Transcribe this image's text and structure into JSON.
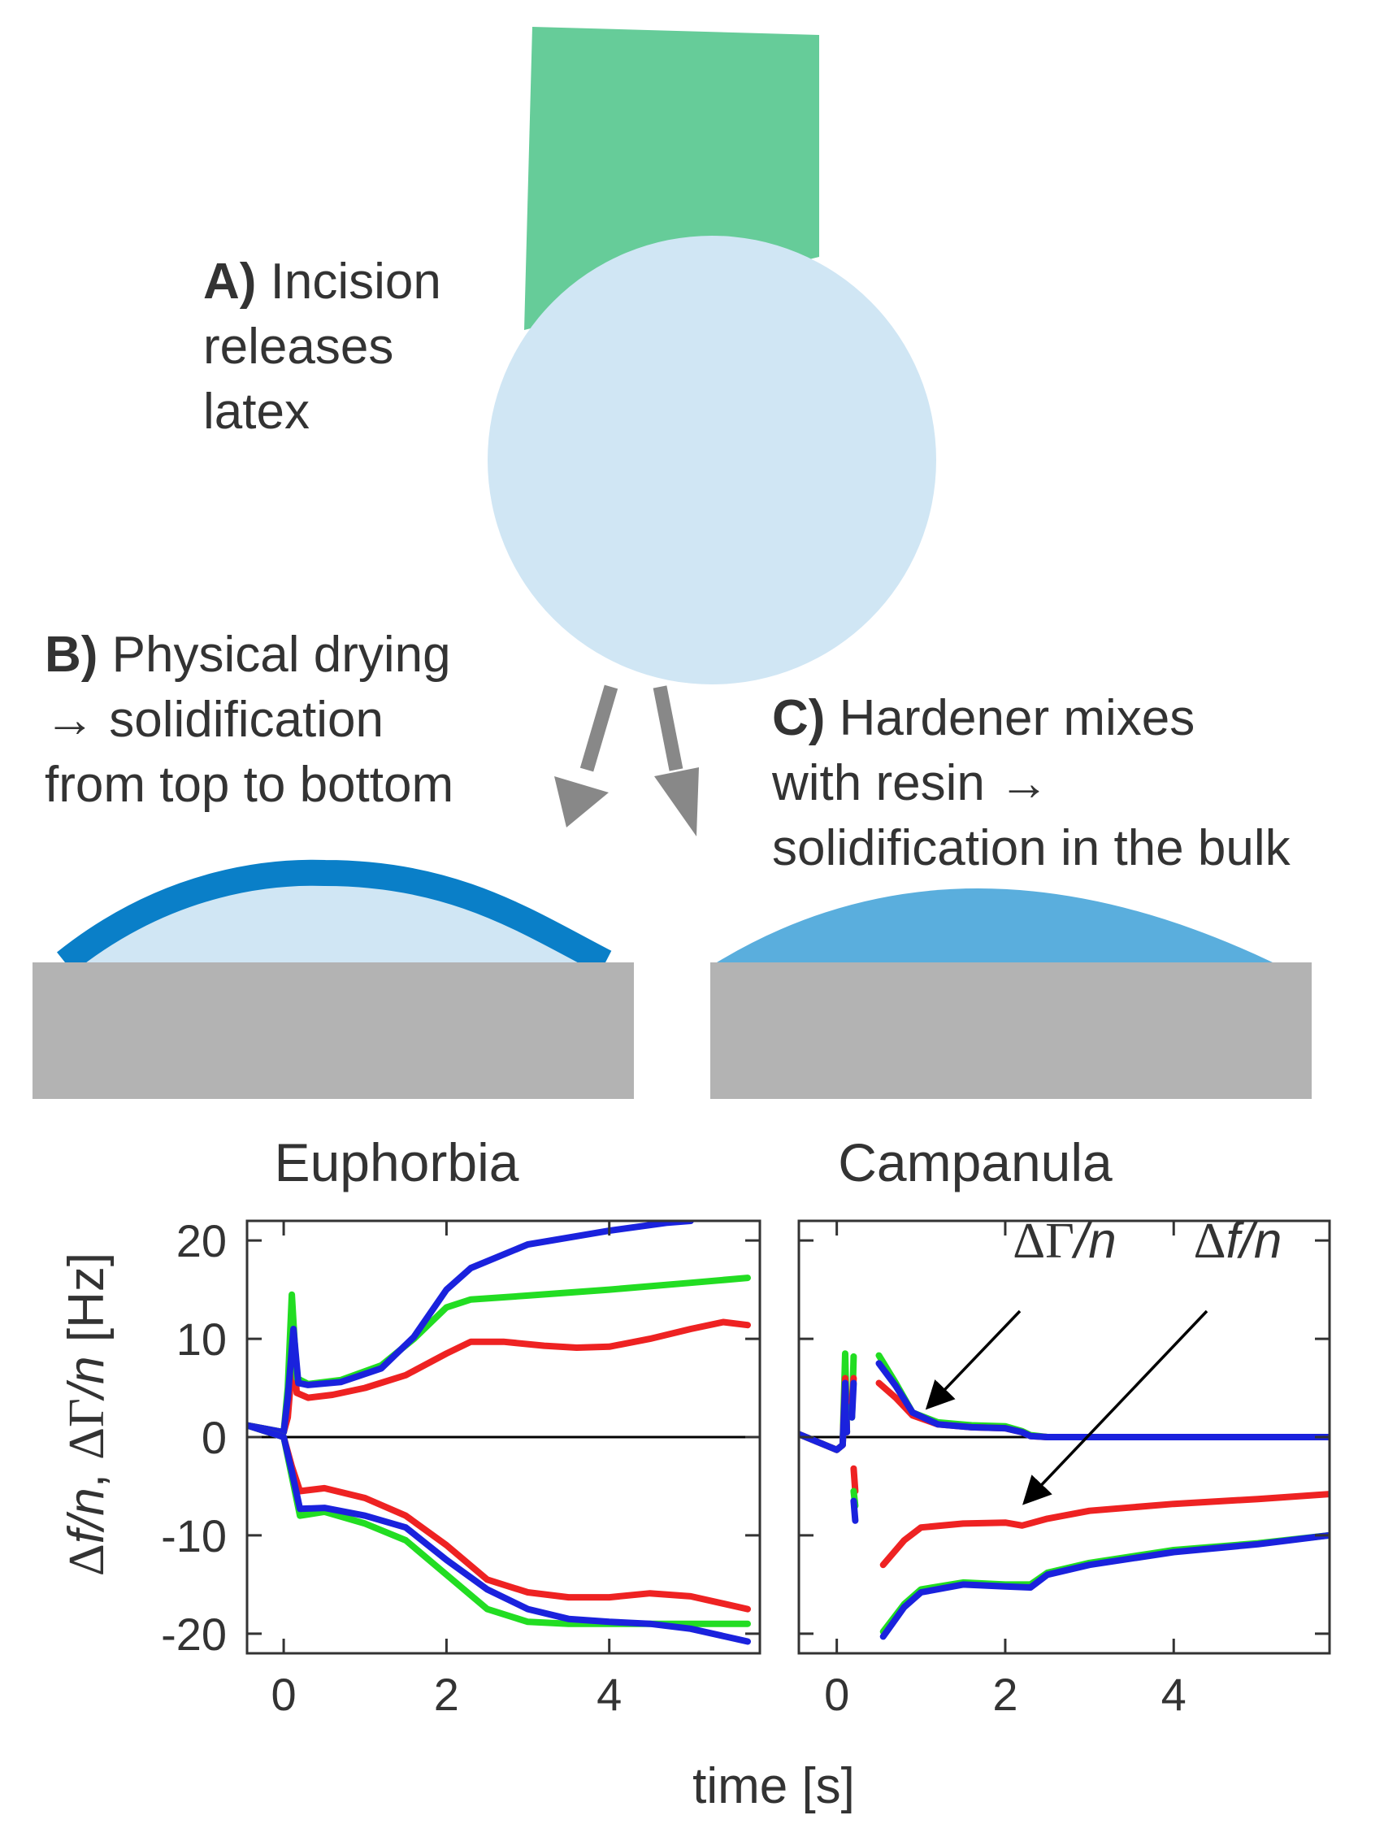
{
  "colors": {
    "blade": "#66cc99",
    "droplet": "#d0e6f4",
    "dried_skin": "#0a7fc8",
    "hardened_bulk": "#5aaedd",
    "substrate": "#b3b3b3",
    "arrow": "#888888",
    "text": "#333333",
    "red": "#ee2222",
    "green": "#22dd22",
    "blue": "#1a22dd"
  },
  "diagram": {
    "panel_a": {
      "letter": "A)",
      "lines": [
        "Incision",
        "releases",
        "latex"
      ]
    },
    "panel_b": {
      "letter": "B)",
      "lines": [
        "Physical drying",
        "→ solidification",
        "from top to bottom"
      ]
    },
    "panel_c": {
      "letter": "C)",
      "lines": [
        "Hardener mixes",
        "with resin →",
        "solidification in the bulk"
      ]
    }
  },
  "chart_data": [
    {
      "type": "line",
      "title": "Euphorbia",
      "xlim": [
        -0.45,
        5.85
      ],
      "ylim": [
        -22.0,
        22.0
      ],
      "x_ticks": [
        0,
        2,
        4
      ],
      "y_ticks": [
        20,
        10,
        0,
        -10,
        -20
      ],
      "zero_line": true,
      "series": [
        {
          "color": "red",
          "points": [
            [
              -0.45,
              1.2
            ],
            [
              0,
              0.5
            ],
            [
              0.05,
              2
            ],
            [
              0.12,
              9
            ],
            [
              0.16,
              4.5
            ],
            [
              0.3,
              4.0
            ],
            [
              0.6,
              4.3
            ],
            [
              1.0,
              5.0
            ],
            [
              1.5,
              6.3
            ],
            [
              2.0,
              8.5
            ],
            [
              2.3,
              9.7
            ],
            [
              2.7,
              9.7
            ],
            [
              3.2,
              9.3
            ],
            [
              3.6,
              9.1
            ],
            [
              4.0,
              9.2
            ],
            [
              4.5,
              10.0
            ],
            [
              5.0,
              11.0
            ],
            [
              5.4,
              11.7
            ],
            [
              5.7,
              11.4
            ]
          ]
        },
        {
          "color": "green",
          "points": [
            [
              -0.45,
              1.2
            ],
            [
              0,
              0.5
            ],
            [
              0.05,
              5
            ],
            [
              0.1,
              14.5
            ],
            [
              0.16,
              6
            ],
            [
              0.3,
              5.4
            ],
            [
              0.7,
              5.8
            ],
            [
              1.2,
              7.3
            ],
            [
              1.6,
              10
            ],
            [
              2.0,
              13.2
            ],
            [
              2.3,
              14.0
            ],
            [
              3.0,
              14.4
            ],
            [
              4.0,
              15.0
            ],
            [
              5.0,
              15.7
            ],
            [
              5.7,
              16.2
            ]
          ]
        },
        {
          "color": "blue",
          "points": [
            [
              -0.45,
              1.2
            ],
            [
              0,
              0.5
            ],
            [
              0.05,
              4
            ],
            [
              0.12,
              11
            ],
            [
              0.18,
              5.5
            ],
            [
              0.3,
              5.3
            ],
            [
              0.7,
              5.6
            ],
            [
              1.2,
              7.0
            ],
            [
              1.6,
              10.2
            ],
            [
              2.0,
              15.0
            ],
            [
              2.3,
              17.2
            ],
            [
              3.0,
              19.6
            ],
            [
              4.0,
              21.0
            ],
            [
              4.7,
              21.8
            ],
            [
              5.0,
              22.0
            ]
          ]
        },
        {
          "color": "red",
          "points": [
            [
              -0.45,
              1.2
            ],
            [
              0,
              0
            ],
            [
              0.1,
              -3
            ],
            [
              0.2,
              -5.5
            ],
            [
              0.5,
              -5.2
            ],
            [
              1.0,
              -6.2
            ],
            [
              1.5,
              -8.0
            ],
            [
              2.0,
              -11.0
            ],
            [
              2.5,
              -14.5
            ],
            [
              3.0,
              -15.8
            ],
            [
              3.5,
              -16.3
            ],
            [
              4.0,
              -16.3
            ],
            [
              4.5,
              -15.9
            ],
            [
              5.0,
              -16.2
            ],
            [
              5.7,
              -17.5
            ]
          ]
        },
        {
          "color": "green",
          "points": [
            [
              -0.45,
              1.2
            ],
            [
              0,
              0
            ],
            [
              0.1,
              -4
            ],
            [
              0.2,
              -8.0
            ],
            [
              0.5,
              -7.6
            ],
            [
              1.0,
              -8.8
            ],
            [
              1.5,
              -10.5
            ],
            [
              2.0,
              -14.0
            ],
            [
              2.5,
              -17.5
            ],
            [
              3.0,
              -18.8
            ],
            [
              3.5,
              -19.0
            ],
            [
              4.0,
              -19.0
            ],
            [
              5.0,
              -19.0
            ],
            [
              5.7,
              -19.0
            ]
          ]
        },
        {
          "color": "blue",
          "points": [
            [
              -0.45,
              1.2
            ],
            [
              0,
              0
            ],
            [
              0.1,
              -3.5
            ],
            [
              0.2,
              -7.3
            ],
            [
              0.5,
              -7.2
            ],
            [
              1.0,
              -8.0
            ],
            [
              1.5,
              -9.2
            ],
            [
              2.0,
              -12.5
            ],
            [
              2.5,
              -15.5
            ],
            [
              3.0,
              -17.5
            ],
            [
              3.5,
              -18.5
            ],
            [
              4.0,
              -18.8
            ],
            [
              4.5,
              -19.0
            ],
            [
              5.0,
              -19.5
            ],
            [
              5.7,
              -20.8
            ]
          ]
        }
      ]
    },
    {
      "type": "line",
      "title": "Campanula",
      "xlim": [
        -0.45,
        5.85
      ],
      "ylim": [
        -22.0,
        22.0
      ],
      "x_ticks": [
        0,
        2,
        4
      ],
      "y_ticks": [
        20,
        10,
        0,
        -10,
        -20
      ],
      "zero_line": true,
      "annotations": [
        {
          "text": "ΔΓ/n",
          "target_x": 1.1,
          "target_y": 3.2
        },
        {
          "text": "Δf/n",
          "target_x": 2.25,
          "target_y": -6.5
        }
      ],
      "series": [
        {
          "color": "green",
          "points": [
            [
              -0.45,
              0.3
            ],
            [
              0,
              -1.3
            ],
            [
              0.07,
              -0.8
            ],
            [
              0.1,
              8.5
            ],
            [
              0.12,
              0.5
            ]
          ]
        },
        {
          "color": "red",
          "points": [
            [
              -0.45,
              0.3
            ],
            [
              0,
              -1.3
            ],
            [
              0.07,
              -0.8
            ],
            [
              0.1,
              6.0
            ],
            [
              0.12,
              0.5
            ]
          ]
        },
        {
          "color": "blue",
          "points": [
            [
              -0.45,
              0.3
            ],
            [
              0,
              -1.3
            ],
            [
              0.07,
              -0.8
            ],
            [
              0.1,
              5.5
            ],
            [
              0.12,
              0.5
            ]
          ]
        },
        {
          "color": "green",
          "points": [
            [
              0.18,
              2.0
            ],
            [
              0.2,
              8.2
            ]
          ]
        },
        {
          "color": "red",
          "points": [
            [
              0.18,
              3.5
            ],
            [
              0.2,
              6.0
            ]
          ]
        },
        {
          "color": "blue",
          "points": [
            [
              0.18,
              2.0
            ],
            [
              0.2,
              5.5
            ]
          ]
        },
        {
          "color": "red",
          "points": [
            [
              0.2,
              -3.2
            ],
            [
              0.22,
              -5.5
            ]
          ]
        },
        {
          "color": "green",
          "points": [
            [
              0.2,
              -5.5
            ],
            [
              0.22,
              -7.0
            ]
          ]
        },
        {
          "color": "blue",
          "points": [
            [
              0.2,
              -6.5
            ],
            [
              0.22,
              -8.5
            ]
          ]
        },
        {
          "color": "green",
          "points": [
            [
              0.5,
              8.3
            ],
            [
              0.7,
              5.5
            ],
            [
              0.9,
              2.5
            ],
            [
              1.2,
              1.5
            ],
            [
              1.6,
              1.2
            ],
            [
              2.0,
              1.1
            ],
            [
              2.2,
              0.6
            ],
            [
              2.3,
              0.2
            ],
            [
              2.5,
              0
            ],
            [
              5.85,
              0
            ]
          ]
        },
        {
          "color": "red",
          "points": [
            [
              0.5,
              5.5
            ],
            [
              0.7,
              4.0
            ],
            [
              0.9,
              2.2
            ],
            [
              1.2,
              1.3
            ],
            [
              1.6,
              1.0
            ],
            [
              2.0,
              0.9
            ],
            [
              2.2,
              0.5
            ],
            [
              2.3,
              0.1
            ],
            [
              2.5,
              0
            ],
            [
              5.85,
              0
            ]
          ]
        },
        {
          "color": "blue",
          "points": [
            [
              0.5,
              7.5
            ],
            [
              0.7,
              5.2
            ],
            [
              0.9,
              2.5
            ],
            [
              1.2,
              1.3
            ],
            [
              1.6,
              1.0
            ],
            [
              2.0,
              0.9
            ],
            [
              2.2,
              0.5
            ],
            [
              2.3,
              0.1
            ],
            [
              2.5,
              0
            ],
            [
              5.85,
              0
            ]
          ]
        },
        {
          "color": "red",
          "points": [
            [
              0.55,
              -13.0
            ],
            [
              0.8,
              -10.5
            ],
            [
              1.0,
              -9.2
            ],
            [
              1.5,
              -8.8
            ],
            [
              2.0,
              -8.7
            ],
            [
              2.2,
              -9.0
            ],
            [
              2.5,
              -8.3
            ],
            [
              3.0,
              -7.5
            ],
            [
              4.0,
              -6.8
            ],
            [
              5.0,
              -6.3
            ],
            [
              5.85,
              -5.8
            ]
          ]
        },
        {
          "color": "green",
          "points": [
            [
              0.55,
              -19.8
            ],
            [
              0.8,
              -17.0
            ],
            [
              1.0,
              -15.5
            ],
            [
              1.5,
              -14.8
            ],
            [
              2.0,
              -15.0
            ],
            [
              2.3,
              -15.0
            ],
            [
              2.5,
              -13.8
            ],
            [
              3.0,
              -12.8
            ],
            [
              4.0,
              -11.5
            ],
            [
              5.0,
              -10.8
            ],
            [
              5.85,
              -10.0
            ]
          ]
        },
        {
          "color": "blue",
          "points": [
            [
              0.55,
              -20.3
            ],
            [
              0.8,
              -17.3
            ],
            [
              1.0,
              -15.8
            ],
            [
              1.5,
              -15.0
            ],
            [
              2.0,
              -15.2
            ],
            [
              2.3,
              -15.3
            ],
            [
              2.5,
              -14.0
            ],
            [
              3.0,
              -13.0
            ],
            [
              4.0,
              -11.7
            ],
            [
              5.0,
              -10.9
            ],
            [
              5.85,
              -10.0
            ]
          ]
        }
      ]
    }
  ],
  "axes": {
    "ylabel_parts": [
      "Δ",
      "f/n",
      ", ",
      "ΔΓ",
      "/n",
      " [Hz]"
    ],
    "xlabel": "time [s]"
  }
}
